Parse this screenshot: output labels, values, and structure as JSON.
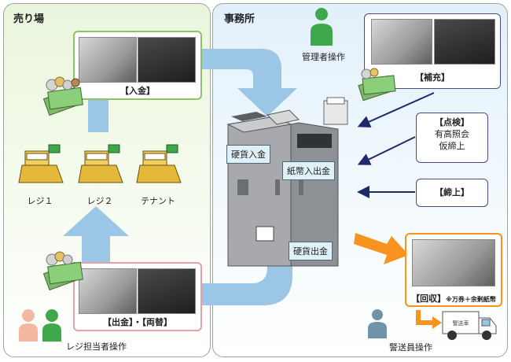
{
  "sales_floor": {
    "title": "売り場",
    "deposit_label": "【入金】",
    "withdraw_label": "【出金】・【両替】",
    "registers": [
      "レジ１",
      "レジ２",
      "テナント"
    ],
    "operator_label": "レジ担当者操作"
  },
  "office": {
    "title": "事務所",
    "admin_label": "管理者操作",
    "replenish_label": "【補充】",
    "inspect_title": "【点検】",
    "inspect_items": [
      "有高照会",
      "仮締上"
    ],
    "close_label": "【締上】",
    "collect_label": "【回収】",
    "collect_note": "※万券＋余剰紙幣",
    "guard_label": "警送員操作",
    "truck_text": "警送車"
  },
  "machine": {
    "coin_in": "硬貨入金",
    "note_io": "紙幣入出金",
    "coin_out": "硬貨出金"
  },
  "colors": {
    "sales_bg": "#eaf5dd",
    "office_bg": "#e3f0fb",
    "arrow_blue": "#9cc6e6",
    "arrow_orange": "#f7931e",
    "arrow_navy": "#1f2a6b",
    "deposit_border": "#8fc06a",
    "withdraw_border": "#e6a0a6"
  }
}
